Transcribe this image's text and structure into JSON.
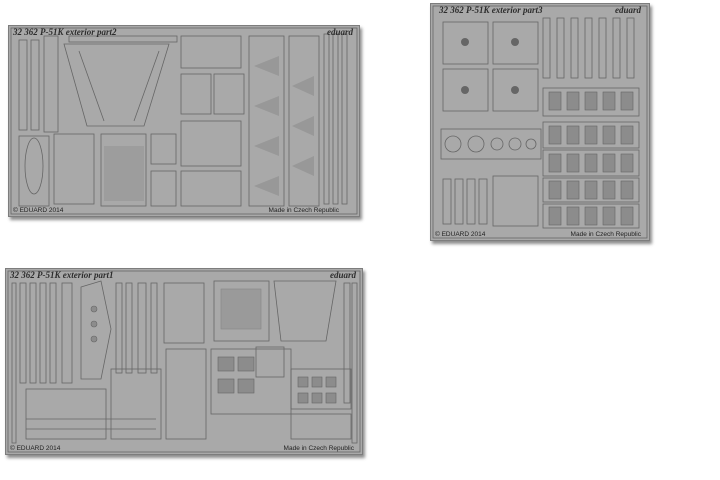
{
  "frets": [
    {
      "id": "part2",
      "number": "32 362",
      "name": "P-51K exterior",
      "part": "part2",
      "brand": "eduard",
      "copyright": "© EDUARD 2014",
      "origin": "Made in Czech Republic"
    },
    {
      "id": "part3",
      "number": "32 362",
      "name": "P-51K exterior",
      "part": "part3",
      "brand": "eduard",
      "copyright": "© EDUARD 2014",
      "origin": "Made in Czech Republic"
    },
    {
      "id": "part1",
      "number": "32 362",
      "name": "P-51K exterior",
      "part": "part1",
      "brand": "eduard",
      "copyright": "© EDUARD 2014",
      "origin": "Made in Czech Republic"
    }
  ]
}
